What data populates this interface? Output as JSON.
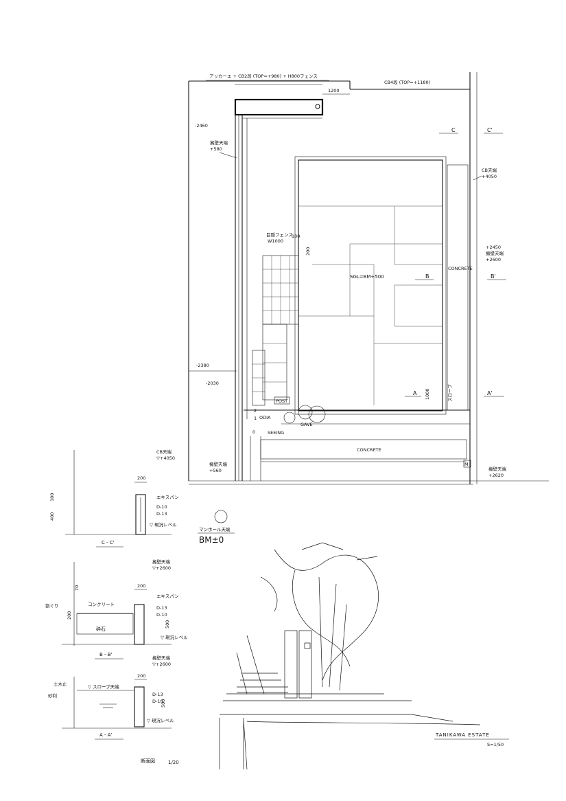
{
  "plan": {
    "top_note": "アッカーエ + CB2段 (TOP=+980) + H800フェンス",
    "top_right_note": "CB4段 (TOP=+1180)",
    "dim_1200": "1200",
    "lv_2460": "-2460",
    "lv_580_a": "擁壁天端",
    "lv_580_b": "+580",
    "lv_cb4050_a": "CB天端",
    "lv_cb4050_b": "+4050",
    "lv_2450": "+2450",
    "lv_2600_a": "擁壁天端",
    "lv_2600_b": "+2600",
    "fence_a": "目隠フェンス",
    "fence_b": "W1000",
    "dim_100": "100",
    "dim_200": "200",
    "sgl": "SGL=BM+500",
    "concrete_v": "CONCRETE",
    "concrete_h": "CONCRETE",
    "lv_2380": "-2380",
    "lv_2030": "-2030",
    "dim_1000": "1000",
    "slope_label": "スロープ",
    "post": "POST",
    "odia": "ODIA",
    "gave": "GAVE",
    "seeing": "SEEING",
    "num_1": "1",
    "num_2": "2",
    "num_0": "0",
    "lv_560_a": "擁壁天端",
    "lv_560_b": "+560",
    "lv_2620_a": "擁壁天端",
    "lv_2620_b": "+2620",
    "m_mark": "M",
    "sec_c": "C",
    "sec_c2": "C'",
    "sec_b": "B",
    "sec_b2": "B'",
    "sec_a": "A",
    "sec_a2": "A'"
  },
  "bm": {
    "label_small": "マンホール天端",
    "label": "BM±0"
  },
  "sections": {
    "cc": {
      "title": "C - C'",
      "top_a": "CB天端",
      "top_b": "▽+4050",
      "w200": "200",
      "d100": "100",
      "d400": "400",
      "expansion": "エキスパン",
      "d10": "D-10",
      "d13": "D-13",
      "ground": "▽ 現況レベル"
    },
    "bb": {
      "title": "B - B'",
      "top_a": "擁壁天端",
      "top_b": "▽+2600",
      "w200": "200",
      "d70": "70",
      "d200": "200",
      "d500": "500",
      "edge": "割ぐり",
      "concrete": "コンクリート",
      "expansion": "エキスパン",
      "gravel": "砕石",
      "d13": "D-13",
      "d10": "D-10",
      "ground": "▽ 現況レベル"
    },
    "aa": {
      "title": "A - A'",
      "top_a": "擁壁天端",
      "top_b": "▽+2600",
      "w200": "200",
      "d500": "500",
      "edge_top": "土木止",
      "slope": "▽ スロープ天端",
      "gravel": "砂利",
      "d13": "D-13",
      "d10": "D-10",
      "ground": "▽ 現況レベル"
    },
    "scale_label": "断面図",
    "scale_value": "1/20"
  },
  "titleblock": {
    "name": "TANIKAWA ESTATE",
    "scale": "S=1/50"
  }
}
